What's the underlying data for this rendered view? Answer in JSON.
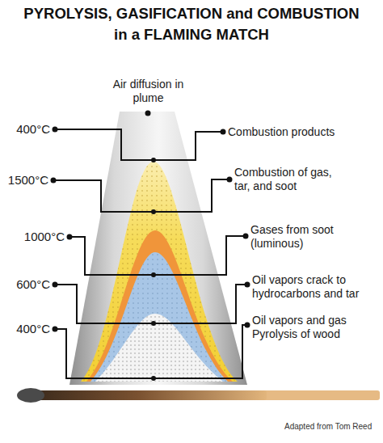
{
  "diagram": {
    "title": "PYROLYSIS, GASIFICATION and COMBUSTION in a FLAMING MATCH",
    "caption": "Adapted from Tom Reed",
    "labels": [
      "Air diffusion in plume",
      "400°C",
      "Combustion products",
      "1500°C",
      "Combustion of gas, tar, and soot",
      "1000°C",
      "Gases from soot (luminous)",
      "600°C",
      "Oil vapors crack to hydrocarbons and tar",
      "400°C",
      "Oil vapors and gas Pyrolysis of wood"
    ]
  }
}
